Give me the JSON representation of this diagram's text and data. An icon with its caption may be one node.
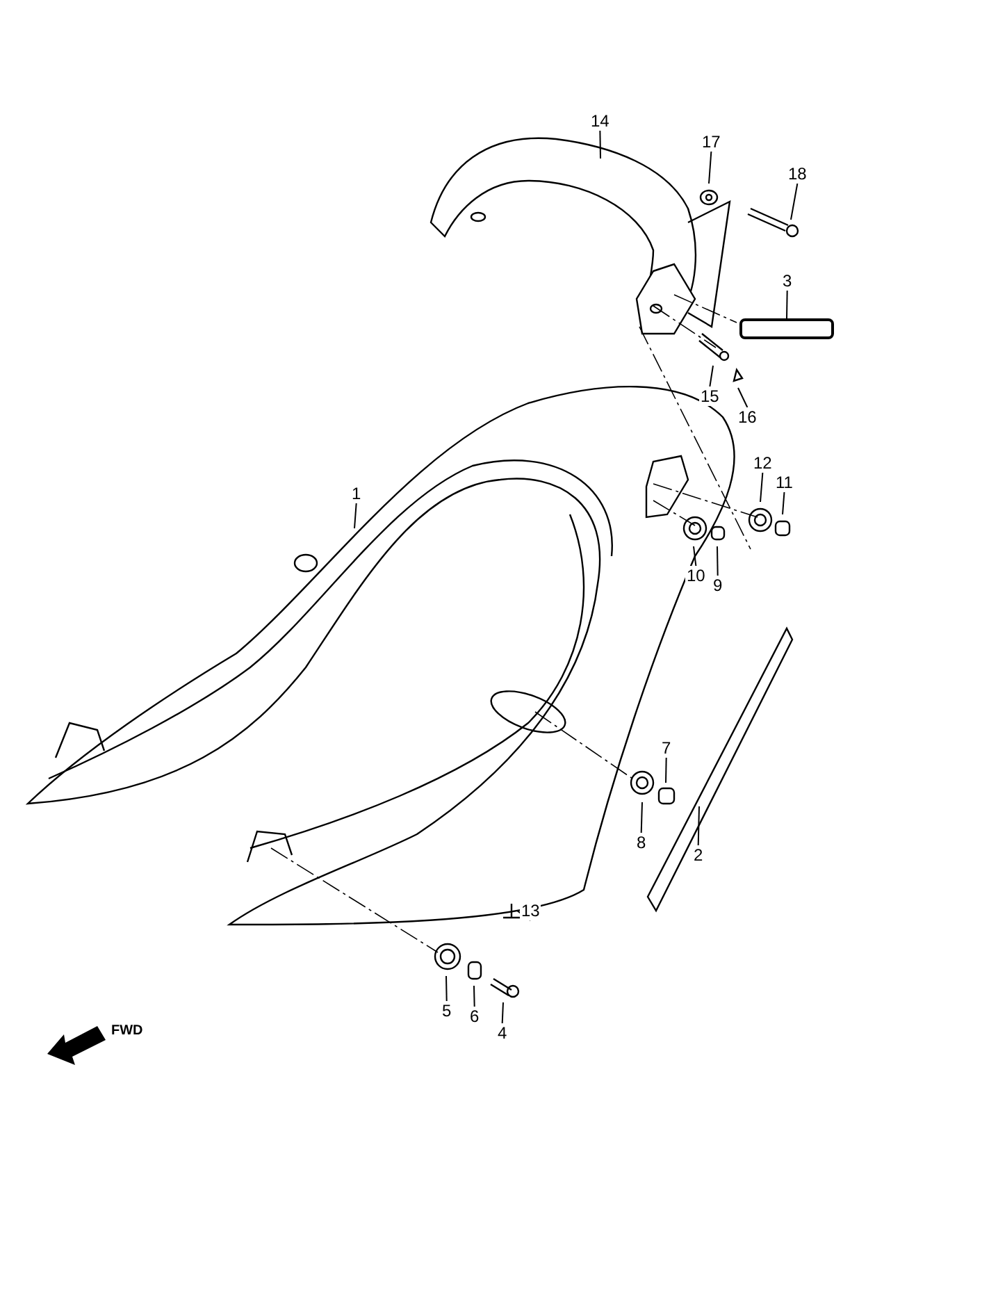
{
  "diagram": {
    "nodes": [
      {
        "text": [
          "14"
        ]
      },
      {
        "text": [
          "17"
        ]
      },
      {
        "text": [
          "18"
        ]
      },
      {
        "text": [
          "3"
        ]
      },
      {
        "text": [
          "15"
        ]
      },
      {
        "text": [
          "16"
        ]
      },
      {
        "text": [
          "12"
        ]
      },
      {
        "text": [
          "11"
        ]
      },
      {
        "text": [
          "1"
        ]
      },
      {
        "text": [
          "10"
        ]
      },
      {
        "text": [
          "9"
        ]
      },
      {
        "text": [
          "7"
        ]
      },
      {
        "text": [
          "8"
        ]
      },
      {
        "text": [
          "2"
        ]
      },
      {
        "text": [
          "13"
        ]
      },
      {
        "text": [
          "5"
        ]
      },
      {
        "text": [
          "6"
        ]
      },
      {
        "text": [
          "4"
        ]
      }
    ],
    "edges": [
      {
        "from": 0,
        "to": null,
        "arrow": "none"
      },
      {
        "from": 1,
        "to": null,
        "arrow": "none"
      },
      {
        "from": 2,
        "to": null,
        "arrow": "none"
      },
      {
        "from": 3,
        "to": null,
        "arrow": "none"
      },
      {
        "from": 4,
        "to": null,
        "arrow": "none"
      },
      {
        "from": 5,
        "to": null,
        "arrow": "none"
      },
      {
        "from": 6,
        "to": null,
        "arrow": "none"
      },
      {
        "from": 7,
        "to": null,
        "arrow": "none"
      },
      {
        "from": 8,
        "to": null,
        "arrow": "none"
      },
      {
        "from": 9,
        "to": null,
        "arrow": "none"
      },
      {
        "from": 10,
        "to": null,
        "arrow": "none"
      },
      {
        "from": 11,
        "to": null,
        "arrow": "none"
      },
      {
        "from": 12,
        "to": null,
        "arrow": "none"
      },
      {
        "from": 13,
        "to": null,
        "arrow": "none"
      },
      {
        "from": 14,
        "to": null,
        "arrow": "none"
      },
      {
        "from": 15,
        "to": null,
        "arrow": "none"
      },
      {
        "from": 16,
        "to": null,
        "arrow": "none"
      },
      {
        "from": 17,
        "to": null,
        "arrow": "none"
      }
    ],
    "labels": [
      "FWD"
    ]
  }
}
